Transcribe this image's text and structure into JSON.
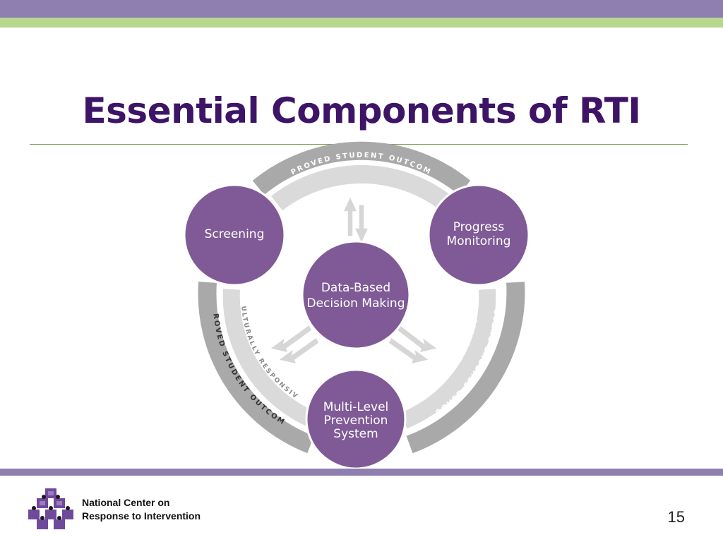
{
  "slide": {
    "title": "Essential Components of RTI",
    "page_number": "15"
  },
  "diagram": {
    "center": [
      "Data-Based",
      "Decision Making"
    ],
    "nodes": {
      "screening": [
        "Screening"
      ],
      "progress": [
        "Progress",
        "Monitoring"
      ],
      "multilevel": [
        "Multi-Level",
        "Prevention",
        "System"
      ]
    },
    "outer_ring_label": "IMPROVED STUDENT OUTCOMES",
    "inner_labels": {
      "left": "CULTURALLY RESPONSIVE",
      "right": "EVIDENCE-BASED"
    }
  },
  "footer": {
    "org_line1": "National Center on",
    "org_line2": "Response to Intervention"
  },
  "colors": {
    "header_purple": "#8f7fb0",
    "header_green": "#b7d88c",
    "title": "#3d1466",
    "circle": "#7f5a96",
    "ring_dark": "#a9a9a9",
    "ring_light": "#d9d9d9"
  }
}
